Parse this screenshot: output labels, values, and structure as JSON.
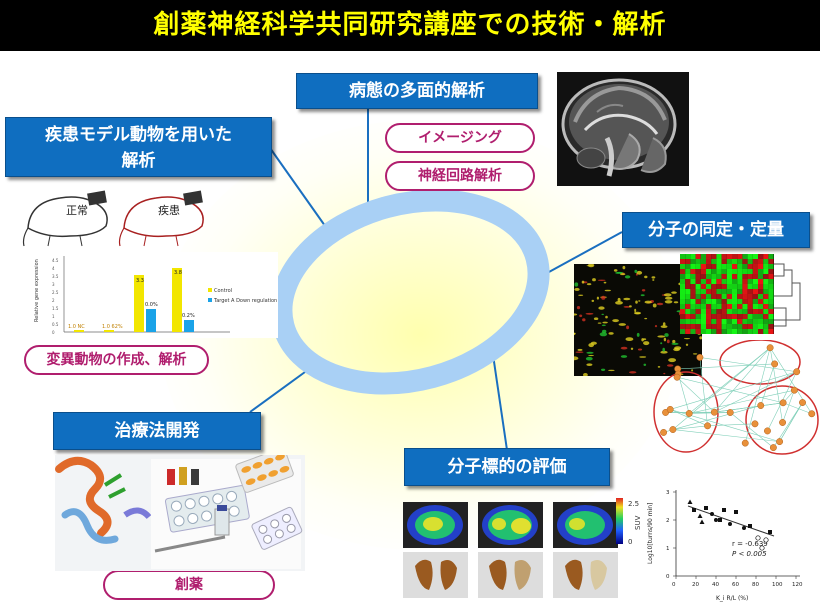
{
  "title": "創薬神経科学共同研究講座での技術・解析",
  "boxes": {
    "pathology": "病態の多面的解析",
    "animal_line1": "疾患モデル動物を用いた",
    "animal_line2": "解析",
    "molecule": "分子の同定・定量",
    "treatment": "治療法開発",
    "target": "分子標的の評価"
  },
  "pills": {
    "imaging": "イメージング",
    "circuit": "神経回路解析",
    "mutant": "変異動物の作成、解析",
    "drug": "創薬"
  },
  "mice": {
    "normal": "正常",
    "disease": "疾患"
  },
  "bar_chart": {
    "ylabel": "Relative gene expression",
    "yticks": [
      "0",
      "0.5",
      "1",
      "1.5",
      "2",
      "2.5",
      "3",
      "3.5",
      "4",
      "4.5"
    ],
    "labels": [
      "1.0 NC",
      "1.0 62%",
      "3.3",
      "3.8",
      "0.0%",
      "0.2%"
    ],
    "legend": [
      "Control",
      "Target A Down regulation"
    ],
    "colors": {
      "control": "#f2e600",
      "target": "#1aa3e8"
    }
  },
  "scatter": {
    "ylabel": "Log10[turns/90 min]",
    "xlabel": "K_i R/L (%)",
    "r_text": "r = -0.639",
    "p_text": "P < 0.005",
    "xticks": [
      "0",
      "20",
      "40",
      "60",
      "80",
      "100",
      "120"
    ],
    "yticks": [
      "0",
      "1",
      "2",
      "3"
    ]
  },
  "suv": {
    "label": "SUV",
    "max": "2.5",
    "min": "0"
  }
}
